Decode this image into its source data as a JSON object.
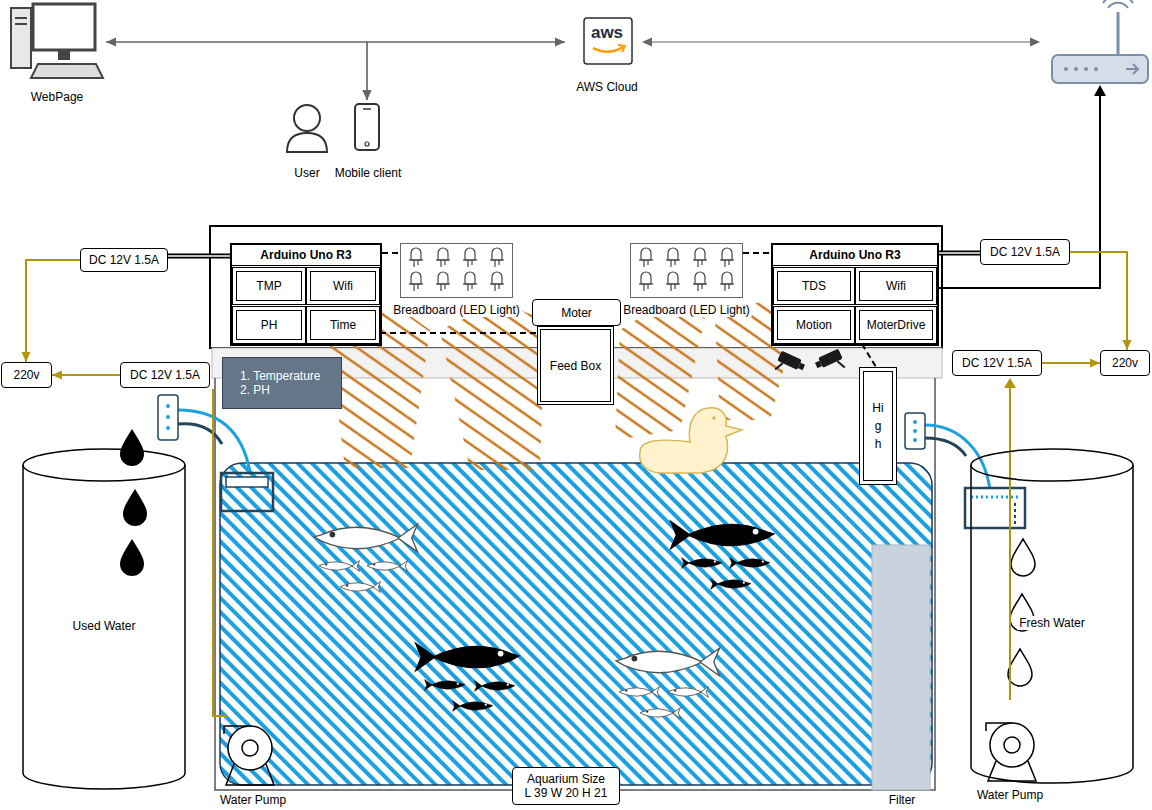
{
  "diagram": {
    "nodes": [
      {
        "text": [
          "WebPage"
        ]
      },
      {
        "text": [
          "aws",
          "AWS Cloud"
        ]
      },
      {
        "text": [
          "User"
        ]
      },
      {
        "text": [
          "Mobile client"
        ]
      },
      {
        "text": [
          "DC 12V 1.5A"
        ]
      },
      {
        "text": [
          "220v"
        ]
      },
      {
        "text": [
          "Arduino Uno R3"
        ]
      },
      {
        "text": [
          "TMP"
        ],
        "in": 6
      },
      {
        "text": [
          "Wifi"
        ],
        "in": 6
      },
      {
        "text": [
          "PH"
        ],
        "in": 6
      },
      {
        "text": [
          "Time"
        ],
        "in": 6
      },
      {
        "text": [
          "Breadboard (LED Light)"
        ]
      },
      {
        "text": [
          "Moter"
        ]
      },
      {
        "text": [
          "Feed Box"
        ]
      },
      {
        "text": [
          "Breadboard (LED Light)"
        ]
      },
      {
        "text": [
          "Arduino Uno R3"
        ]
      },
      {
        "text": [
          "TDS"
        ],
        "in": 15
      },
      {
        "text": [
          "Wifi"
        ],
        "in": 15
      },
      {
        "text": [
          "Motion"
        ],
        "in": 15
      },
      {
        "text": [
          "MoterDrive"
        ],
        "in": 15
      },
      {
        "text": [
          "DC 12V 1.5A"
        ]
      },
      {
        "text": [
          "DC 12V 1.5A"
        ]
      },
      {
        "text": [
          "1. Temperature",
          "2. PH"
        ]
      },
      {
        "text": [
          "DC 12V 1.5A"
        ]
      },
      {
        "text": [
          "220v"
        ]
      },
      {
        "text": [
          "High"
        ]
      },
      {
        "text": [
          "Used Water"
        ]
      },
      {
        "text": [
          "Fresh Water"
        ]
      },
      {
        "text": [
          "Aquarium Size",
          "L 39 W 20 H 21"
        ]
      }
    ],
    "edges": [
      {
        "from": 0,
        "to": 1,
        "arrow": "both"
      },
      {
        "from": 0,
        "to": 3,
        "arrow": "to"
      },
      {
        "from": 1,
        "to": 3,
        "arrow": "to"
      },
      {
        "from": 6,
        "to": 4,
        "arrow": "none"
      },
      {
        "from": 4,
        "to": 5,
        "arrow": "to"
      },
      {
        "from": 21,
        "to": 5,
        "arrow": "to"
      },
      {
        "from": 15,
        "to": 20,
        "arrow": "none"
      },
      {
        "from": 20,
        "to": 24,
        "arrow": "to"
      },
      {
        "from": 23,
        "to": 24,
        "arrow": "to"
      },
      {
        "from": 6,
        "to": 11,
        "arrow": "none"
      },
      {
        "from": 14,
        "to": 15,
        "arrow": "none"
      },
      {
        "from": 10,
        "to": 13,
        "arrow": "none"
      },
      {
        "from": 19,
        "to": 25,
        "arrow": "none"
      }
    ],
    "labels": [
      "Water Pump",
      "Filter",
      "Water Pump"
    ]
  }
}
